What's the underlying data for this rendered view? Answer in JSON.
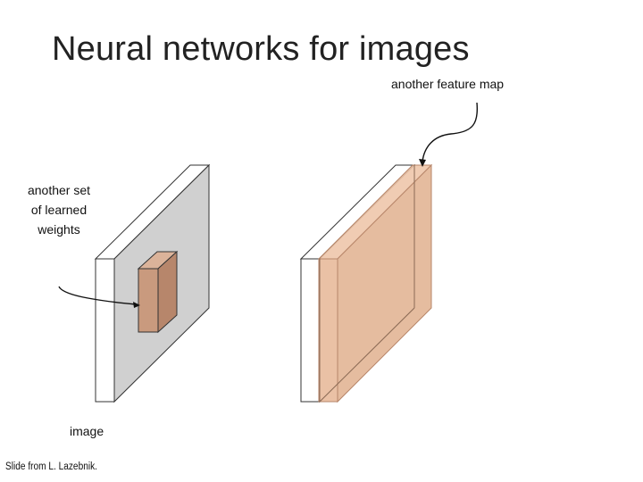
{
  "slide": {
    "title": "Neural networks for images",
    "labels": {
      "feature_map": "another feature map",
      "weights_lines": [
        "another set",
        "of learned",
        "weights"
      ],
      "image": "image"
    },
    "credit": "Slide from L. Lazebnik."
  },
  "colors": {
    "image_face": "#d0d0d0",
    "slab_white": "#ffffff",
    "weights_front": "#c99a7e",
    "weights_side": "#b7866b",
    "weights_top": "#dbb39a",
    "feature_map_fill": "#e3b595",
    "feature_map_stroke": "#b07a5a",
    "outline": "#333333"
  }
}
